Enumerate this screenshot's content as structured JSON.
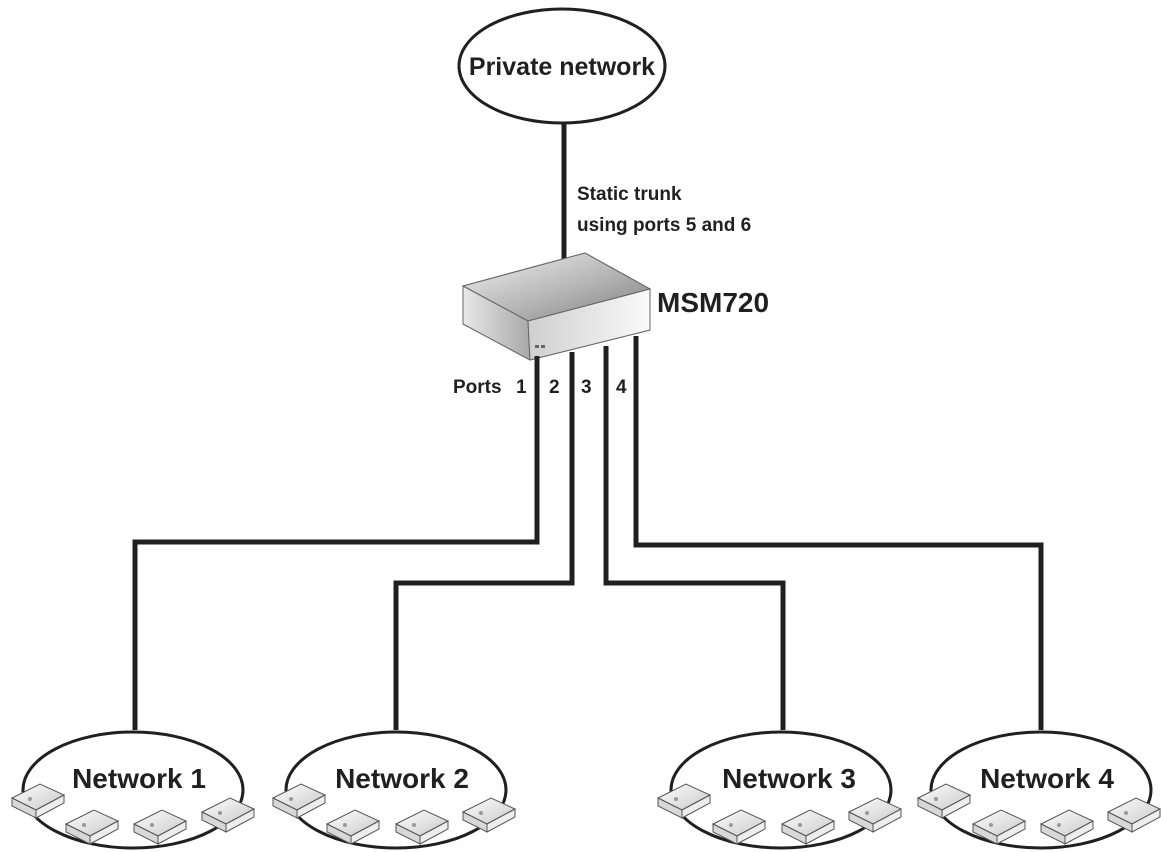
{
  "top_network": {
    "label": "Private network"
  },
  "trunk": {
    "line1": "Static trunk",
    "line2": "using ports 5 and 6"
  },
  "device": {
    "label": "MSM720",
    "icon": "controller-appliance-icon"
  },
  "ports": {
    "prefix": "Ports",
    "numbers": [
      "1",
      "2",
      "3",
      "4"
    ]
  },
  "networks": [
    {
      "label": "Network 1"
    },
    {
      "label": "Network 2"
    },
    {
      "label": "Network 3"
    },
    {
      "label": "Network 4"
    }
  ],
  "access_point_icon": "access-point-icon",
  "colors": {
    "ink": "#231f20",
    "device_light": "#e6e6e6",
    "device_dark": "#9a9a9a"
  }
}
